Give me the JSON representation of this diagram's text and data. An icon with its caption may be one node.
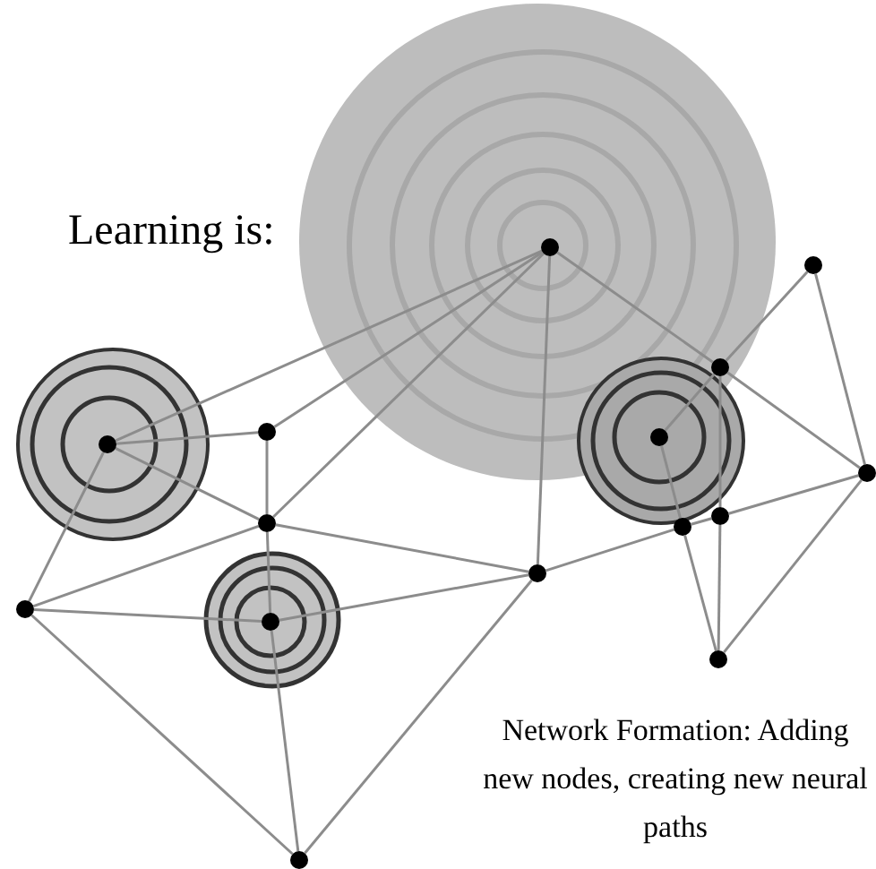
{
  "diagram": {
    "nodes": [
      {
        "text": [],
        "shape": "circle"
      },
      {
        "text": [],
        "shape": "circle"
      },
      {
        "text": [],
        "shape": "circle"
      },
      {
        "text": [],
        "shape": "circle"
      },
      {
        "text": [],
        "shape": "circle"
      },
      {
        "text": [],
        "shape": "circle"
      },
      {
        "text": [],
        "shape": "circle"
      },
      {
        "text": [],
        "shape": "circle"
      },
      {
        "text": [],
        "shape": "circle"
      },
      {
        "text": [],
        "shape": "circle"
      },
      {
        "text": [],
        "shape": "circle"
      },
      {
        "text": [],
        "shape": "circle"
      },
      {
        "text": [],
        "shape": "circle"
      },
      {
        "text": [],
        "shape": "circle"
      },
      {
        "text": [],
        "shape": "circle"
      }
    ],
    "edges": [
      {
        "from": 0,
        "to": 2,
        "arrow": "none"
      },
      {
        "from": 0,
        "to": 3,
        "arrow": "none"
      },
      {
        "from": 0,
        "to": 4,
        "arrow": "none"
      },
      {
        "from": 0,
        "to": 10,
        "arrow": "none"
      },
      {
        "from": 0,
        "to": 5,
        "arrow": "none"
      },
      {
        "from": 2,
        "to": 3,
        "arrow": "none"
      },
      {
        "from": 2,
        "to": 4,
        "arrow": "none"
      },
      {
        "from": 2,
        "to": 11,
        "arrow": "none"
      },
      {
        "from": 3,
        "to": 4,
        "arrow": "none"
      },
      {
        "from": 4,
        "to": 12,
        "arrow": "none"
      },
      {
        "from": 4,
        "to": 11,
        "arrow": "none"
      },
      {
        "from": 4,
        "to": 10,
        "arrow": "none"
      },
      {
        "from": 11,
        "to": 12,
        "arrow": "none"
      },
      {
        "from": 11,
        "to": 14,
        "arrow": "none"
      },
      {
        "from": 12,
        "to": 10,
        "arrow": "none"
      },
      {
        "from": 12,
        "to": 14,
        "arrow": "none"
      },
      {
        "from": 10,
        "to": 14,
        "arrow": "none"
      },
      {
        "from": 10,
        "to": 8,
        "arrow": "none"
      },
      {
        "from": 8,
        "to": 9,
        "arrow": "none"
      },
      {
        "from": 9,
        "to": 7,
        "arrow": "none"
      },
      {
        "from": 5,
        "to": 1,
        "arrow": "none"
      },
      {
        "from": 5,
        "to": 7,
        "arrow": "none"
      },
      {
        "from": 5,
        "to": 6,
        "arrow": "none"
      },
      {
        "from": 5,
        "to": 9,
        "arrow": "none"
      },
      {
        "from": 9,
        "to": 13,
        "arrow": "none"
      },
      {
        "from": 6,
        "to": 8,
        "arrow": "none"
      },
      {
        "from": 8,
        "to": 13,
        "arrow": "none"
      },
      {
        "from": 1,
        "to": 7,
        "arrow": "none"
      },
      {
        "from": 7,
        "to": 13,
        "arrow": "none"
      }
    ],
    "labels": [
      "Learning is:",
      "Network Formation: Adding new nodes, creating new neural paths"
    ]
  }
}
